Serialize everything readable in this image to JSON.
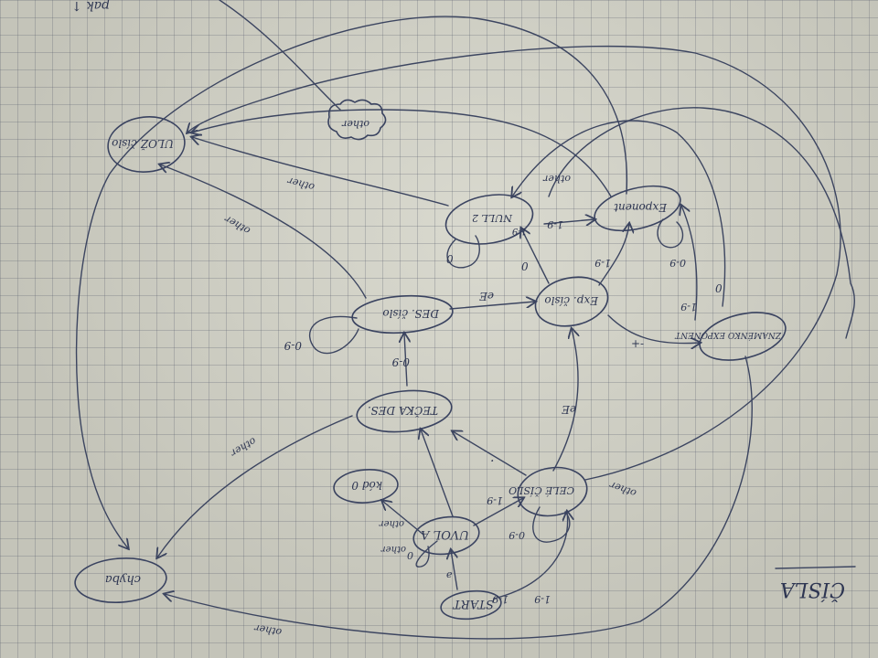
{
  "diagram": {
    "nodes": [
      {
        "id": "start",
        "label": "START"
      },
      {
        "id": "uvola",
        "label": "UVOL A"
      },
      {
        "id": "cele",
        "label": "CELÉ ČÍSLO"
      },
      {
        "id": "kod0",
        "label": "kód 0"
      },
      {
        "id": "tecka",
        "label": "TEČKA DES."
      },
      {
        "id": "des",
        "label": "DES. číslo"
      },
      {
        "id": "expc",
        "label": "Exp. číslo"
      },
      {
        "id": "null2",
        "label": "NULL 2"
      },
      {
        "id": "exp",
        "label": "Exponent"
      },
      {
        "id": "znam",
        "label": "ZNAMÉNKO EXPONENT"
      },
      {
        "id": "uloz",
        "label": "ULOŽ číslo"
      },
      {
        "id": "chyba",
        "label": "chyba"
      },
      {
        "id": "other_cloud",
        "label": "other"
      }
    ],
    "edges": [
      {
        "label": "e"
      },
      {
        "label": "1-9"
      },
      {
        "label": "0-9"
      },
      {
        "label": "0"
      },
      {
        "label": "other"
      },
      {
        "label": "1-9"
      },
      {
        "label": "."
      },
      {
        "label": "eE"
      },
      {
        "label": "other"
      },
      {
        "label": "0-9"
      },
      {
        "label": "0-9"
      },
      {
        "label": "eE"
      },
      {
        "label": "other"
      },
      {
        "label": "0"
      },
      {
        "label": "1-9"
      },
      {
        "label": "1-9"
      },
      {
        "label": "0"
      },
      {
        "label": "1-9"
      },
      {
        "label": "0-9"
      },
      {
        "label": "other"
      },
      {
        "label": "+-"
      },
      {
        "label": "1-9"
      },
      {
        "label": "0"
      },
      {
        "label": "other"
      },
      {
        "label": "other"
      },
      {
        "label": "other"
      },
      {
        "label": "1-9"
      },
      {
        "label": "other"
      }
    ],
    "corner_text": "ČÍSLA",
    "top_scribble": "pak ↑"
  }
}
